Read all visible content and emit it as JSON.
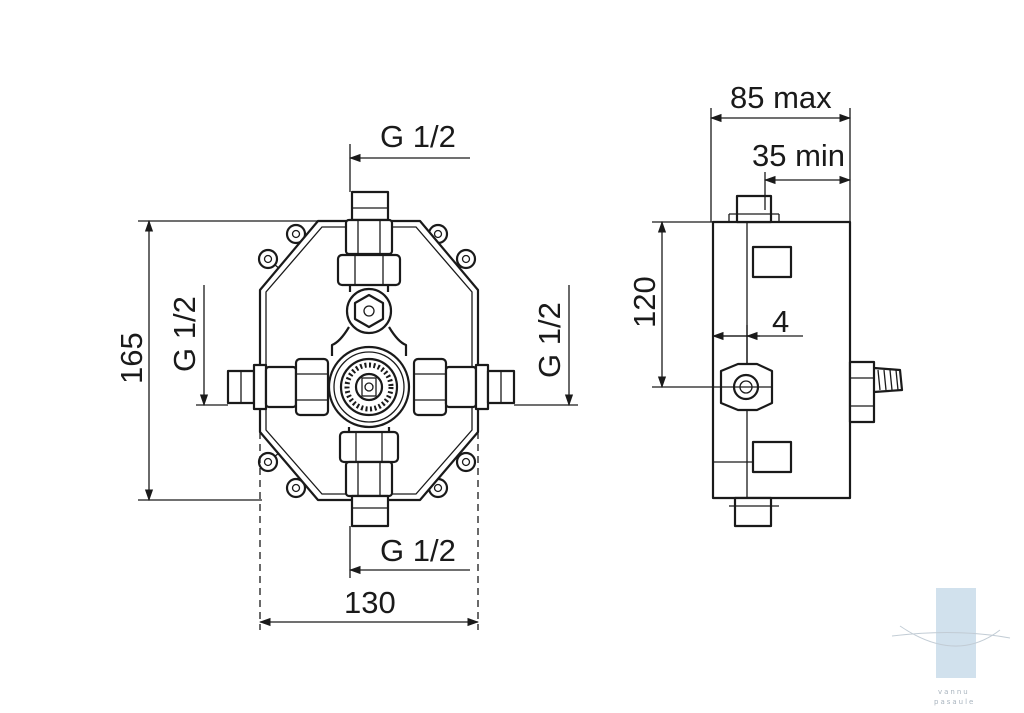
{
  "front_view": {
    "dim_top_thread": "G 1/2",
    "dim_bottom_thread": "G 1/2",
    "dim_left_thread": "G 1/2",
    "dim_right_thread": "G 1/2",
    "dim_height": "165",
    "dim_width": "130"
  },
  "side_view": {
    "dim_depth_max": "85 max",
    "dim_depth_min": "35 min",
    "dim_height": "120",
    "dim_offset": "4"
  },
  "watermark": {
    "text_line1": "vannu",
    "text_line2": "pasaule",
    "color": "#c9dcea"
  }
}
